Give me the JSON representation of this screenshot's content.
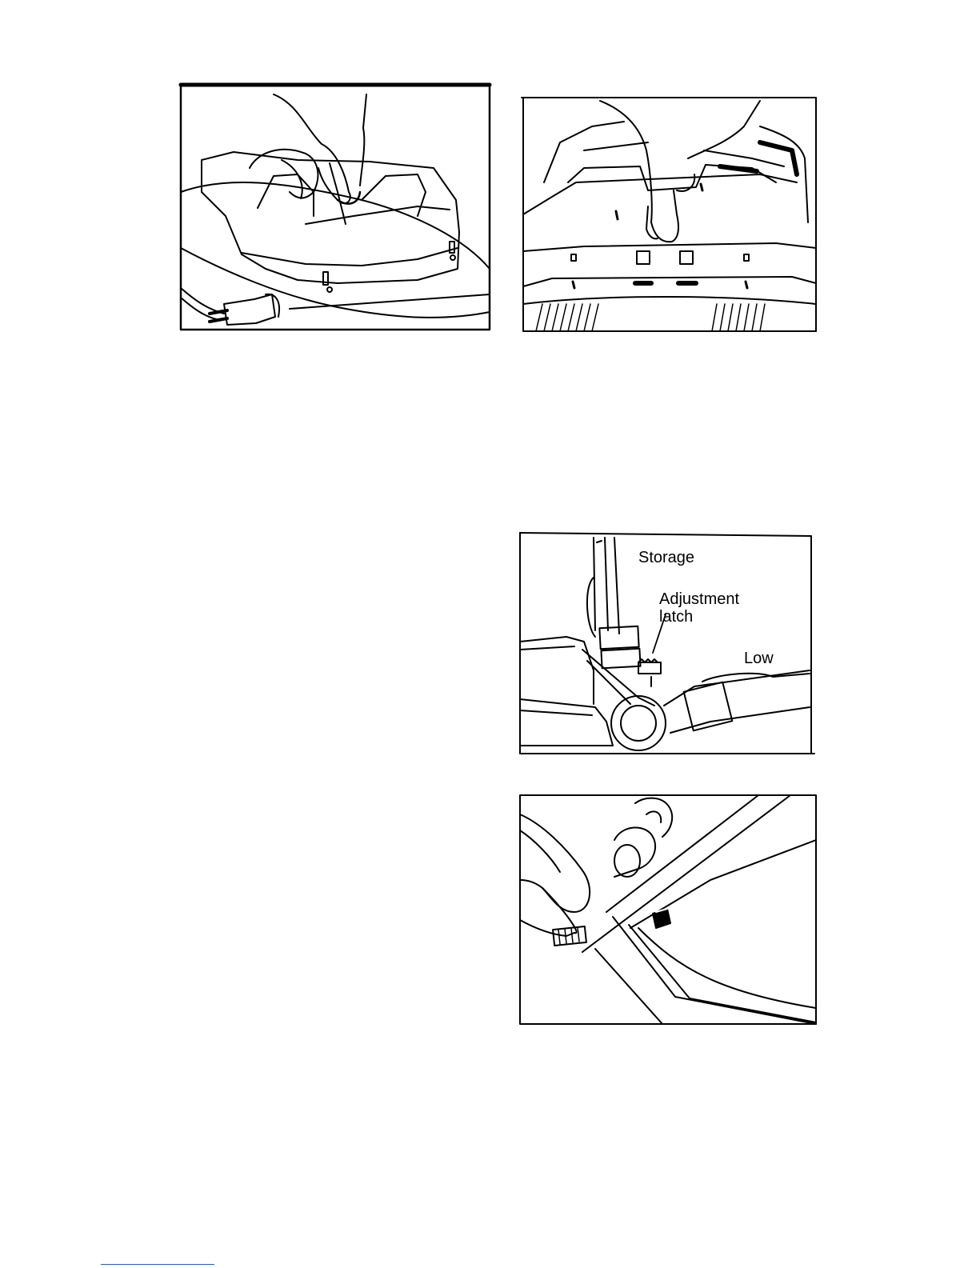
{
  "figures": [
    {
      "id": "fig-1"
    },
    {
      "id": "fig-2"
    },
    {
      "id": "fig-3",
      "labels": {
        "storage": "Storage",
        "adjustment_latch_line1": "Adjustment",
        "adjustment_latch_line2": "latch",
        "low": "Low"
      }
    },
    {
      "id": "fig-4"
    }
  ]
}
